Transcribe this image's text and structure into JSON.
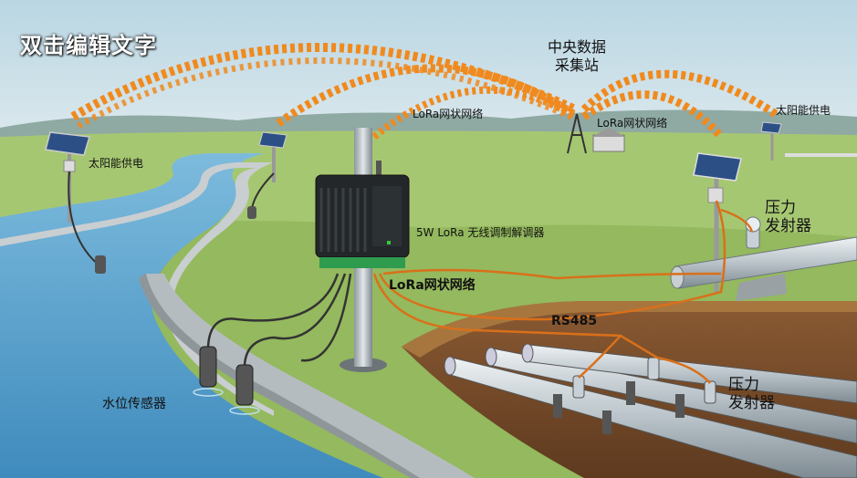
{
  "title": "双击编辑文字",
  "center_station": {
    "line1": "中央数据",
    "line2": "采集站"
  },
  "labels": {
    "solar_left": "太阳能供电",
    "solar_right": "太阳能供电",
    "lora_mesh_left": "LoRa网状网络",
    "lora_mesh_right": "LoRa网状网络",
    "modem": "5W LoRa 无线调制解调器",
    "lora_mesh_pipe": "LoRa网状网络",
    "rs485": "RS485",
    "pressure_top_1": "压力",
    "pressure_top_2": "发射器",
    "pressure_bottom_1": "压力",
    "pressure_bottom_2": "发射器",
    "water_level_sensor": "水位传感器"
  },
  "colors": {
    "radio_wave": "#f08a1e",
    "cable": "#d9701a",
    "water": "#5aa5cf",
    "grass": "#9cc06a",
    "sky": "#cfe3ea"
  }
}
